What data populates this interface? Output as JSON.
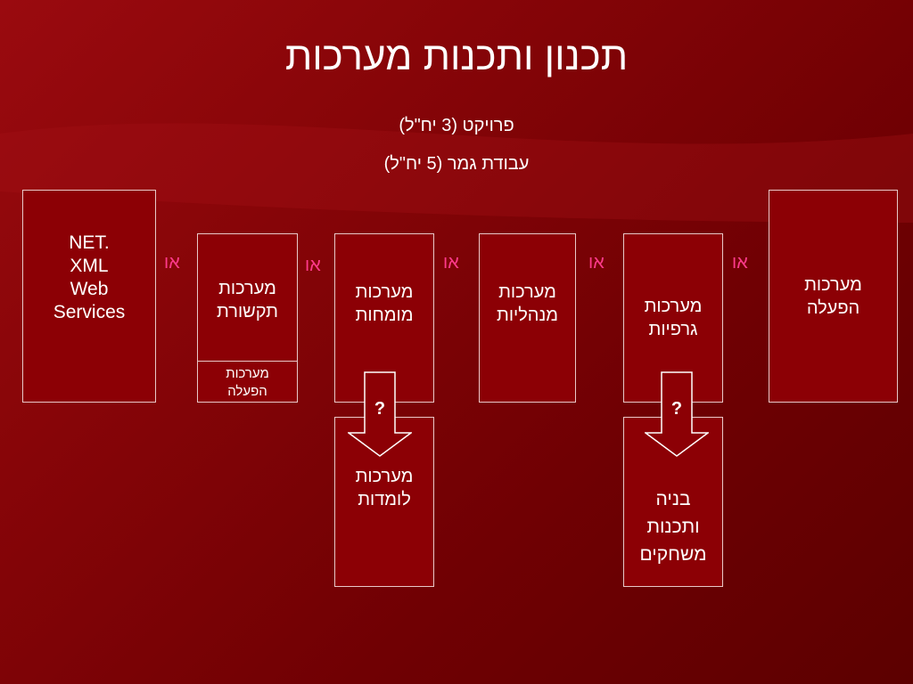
{
  "title": "תכנון ותכנות מערכות",
  "subtitles": [
    "פרויקט (3 יח\"ל)",
    "עבודת גמר (5 יח\"ל)"
  ],
  "boxes": {
    "net": [
      "NET.",
      "XML",
      "Web",
      "Services"
    ],
    "comm": [
      "מערכות",
      "תקשורת"
    ],
    "comm_sub": [
      "מערכות",
      "הפעלה"
    ],
    "expert": [
      "מערכות",
      "מומחות"
    ],
    "mgmt": [
      "מערכות",
      "מנהליות"
    ],
    "graph": [
      "מערכות",
      "גרפיות"
    ],
    "os": [
      "מערכות",
      "הפעלה"
    ],
    "learn": [
      "מערכות",
      "לומדות"
    ],
    "games": [
      "בניה",
      "ותכנות",
      "משחקים"
    ]
  },
  "or_label": "או",
  "arrow_question": "?",
  "colors": {
    "background": "#8a0508",
    "box_fill": "#8c0005",
    "box_border": "#e8c8c8",
    "or_text": "#ff3a8c"
  }
}
